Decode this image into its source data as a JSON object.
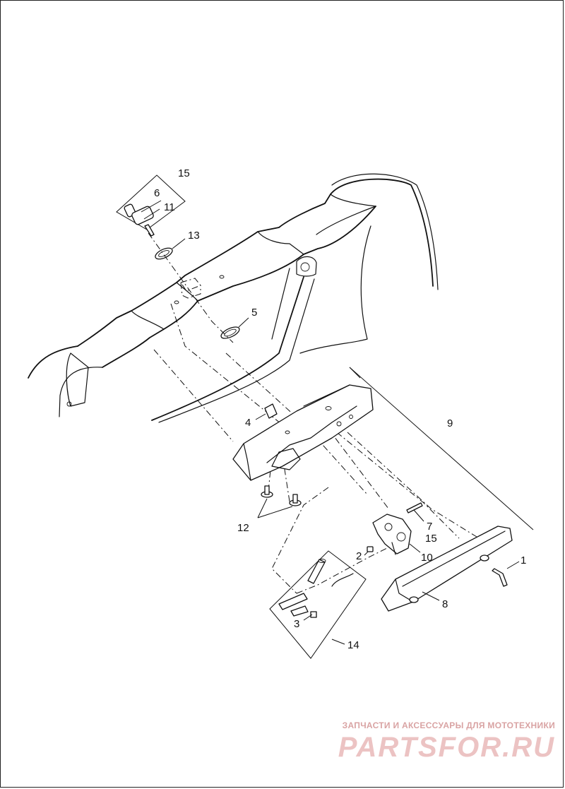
{
  "callouts": {
    "c15a": "15",
    "c6": "6",
    "c11": "11",
    "c13": "13",
    "c5": "5",
    "c4": "4",
    "c9": "9",
    "c12": "12",
    "c7": "7",
    "c15b": "15",
    "c2": "2",
    "c10": "10",
    "c1": "1",
    "c8": "8",
    "c3": "3",
    "c14": "14"
  },
  "watermark": {
    "tagline": "ЗАПЧАСТИ И АКСЕССУАРЫ ДЛЯ МОТОТЕХНИКИ",
    "logo": "PARTSFOR.RU"
  }
}
